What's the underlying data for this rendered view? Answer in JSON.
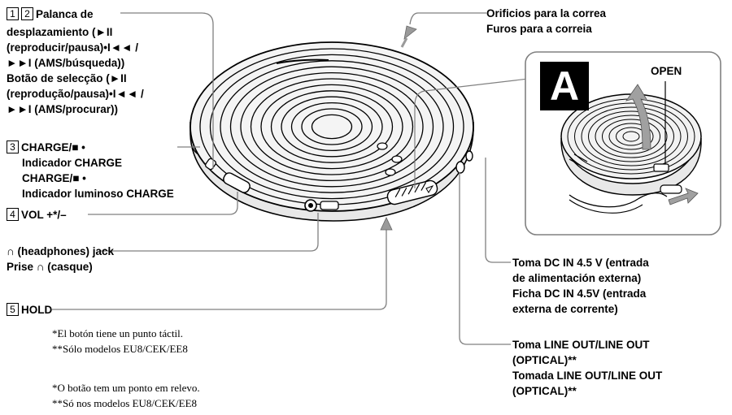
{
  "labels": {
    "item12": {
      "num1": "1",
      "num2": "2",
      "l1": "Palanca de",
      "l2": "desplazamiento (►II",
      "l3": "(reproducir/pausa)•I◄◄ /",
      "l4": "►►I (AMS/búsqueda))",
      "l5": "Botão de selecção (►II",
      "l6": "(reprodução/pausa)•I◄◄ /",
      "l7": "►►I (AMS/procurar))"
    },
    "item3": {
      "num": "3",
      "l1": "CHARGE/■ •",
      "l2": "Indicador CHARGE",
      "l3": "CHARGE/■ •",
      "l4": "Indicador luminoso CHARGE"
    },
    "item4": {
      "num": "4",
      "l1": "VOL +*/–"
    },
    "headphones": {
      "l1": "Ω (headphones) jack",
      "l2": "Prise Ω (casque)"
    },
    "item5": {
      "num": "5",
      "l1": "HOLD"
    },
    "strap": {
      "l1": "Orificios para la correa",
      "l2": "Furos para a correia"
    },
    "dcin": {
      "l1": "Toma DC IN 4.5 V (entrada",
      "l2": "de alimentación externa)",
      "l3": "Ficha DC IN 4.5V (entrada",
      "l4": "externa de corrente)"
    },
    "lineout": {
      "l1": "Toma LINE OUT/LINE OUT",
      "l2": "(OPTICAL)**",
      "l3": "Tomada LINE OUT/LINE OUT",
      "l4": "(OPTICAL)**"
    },
    "inset": {
      "letter": "A",
      "open": "OPEN"
    }
  },
  "notes": {
    "es1": "*El botón tiene un punto táctil.",
    "es2": "**Sólo modelos EU8/CEK/EE8",
    "pt1": "*O botão tem um ponto em relevo.",
    "pt2": "**Só nos modelos EU8/CEK/EE8"
  },
  "colors": {
    "leader": "#808080",
    "ink": "#000000",
    "arrow": "#9a9a9a"
  }
}
